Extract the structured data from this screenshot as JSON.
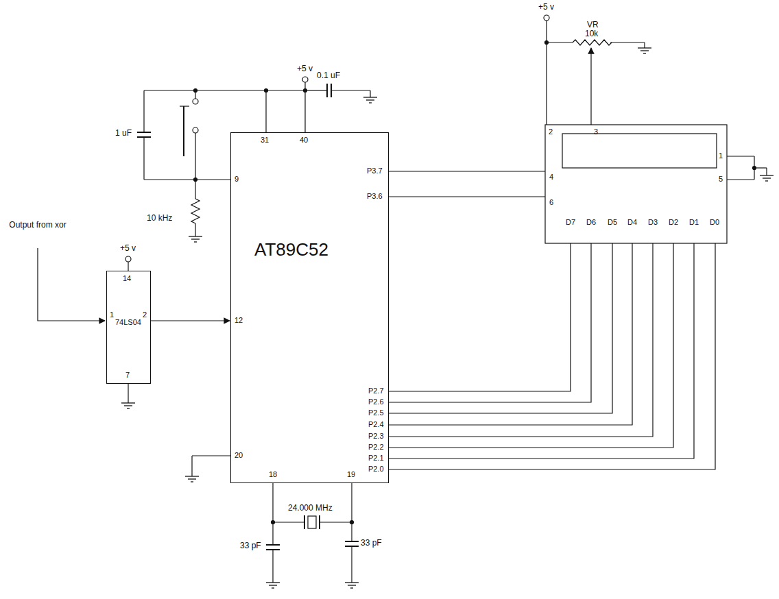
{
  "diagram": {
    "nodes": [
      {
        "text": [
          "AT89C52"
        ]
      },
      {
        "text": [
          "74LS04"
        ]
      }
    ],
    "edges": [
      {
        "from": 1,
        "to": 0,
        "arrow": "to"
      }
    ],
    "labels": [
      "+5 v",
      "0.1 uF",
      "1 uF",
      "10 kHz",
      "31",
      "40",
      "9",
      "P3.7",
      "P3.6",
      "12",
      "20",
      "18",
      "19",
      "P2.7",
      "P2.6",
      "P2.5",
      "P2.4",
      "P2.3",
      "P2.2",
      "P2.1",
      "P2.0",
      "24.000 MHz",
      "33 pF",
      "33 pF",
      "Output from xor",
      "+5 v",
      "14",
      "1",
      "2",
      "7",
      "+5 v",
      "VR",
      "10k",
      "2",
      "3",
      "1",
      "5",
      "4",
      "6",
      "D7",
      "D6",
      "D5",
      "D4",
      "D3",
      "D2",
      "D1",
      "D0"
    ]
  }
}
